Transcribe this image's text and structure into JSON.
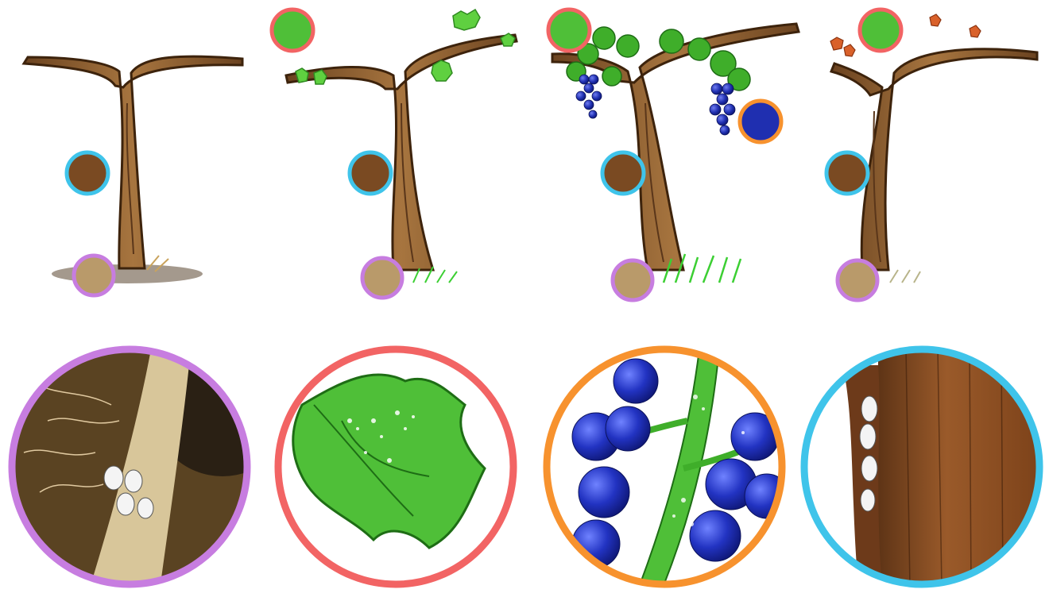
{
  "illustration": {
    "stages": [
      {
        "id": "dormant",
        "foliage": "none",
        "grass": "dry",
        "callouts": [
          "trunk",
          "root"
        ]
      },
      {
        "id": "budbreak",
        "foliage": "young-green",
        "grass": "green",
        "callouts": [
          "leaf",
          "trunk",
          "root"
        ]
      },
      {
        "id": "fruiting",
        "foliage": "full-green",
        "grass": "green",
        "fruit": "blue-grape-clusters",
        "callouts": [
          "leaf",
          "cluster",
          "trunk",
          "root"
        ]
      },
      {
        "id": "autumn",
        "foliage": "orange",
        "grass": "dry",
        "callouts": [
          "leaf",
          "trunk",
          "root"
        ]
      }
    ],
    "zoom_callouts": [
      {
        "id": "root",
        "ring_color": "#c77de0"
      },
      {
        "id": "leaf",
        "ring_color": "#f26464"
      },
      {
        "id": "cluster",
        "ring_color": "#f7922e"
      },
      {
        "id": "trunk",
        "ring_color": "#3fc4ea"
      }
    ]
  },
  "colors": {
    "bark": "#8b5a2b",
    "bark_dark": "#4a2a12",
    "leaf": "#3fae2a",
    "leaf_light": "#7bd85a",
    "grape": "#1f2fb0",
    "autumn_leaf": "#d9612a",
    "mealybug": "#f2f2f2"
  }
}
